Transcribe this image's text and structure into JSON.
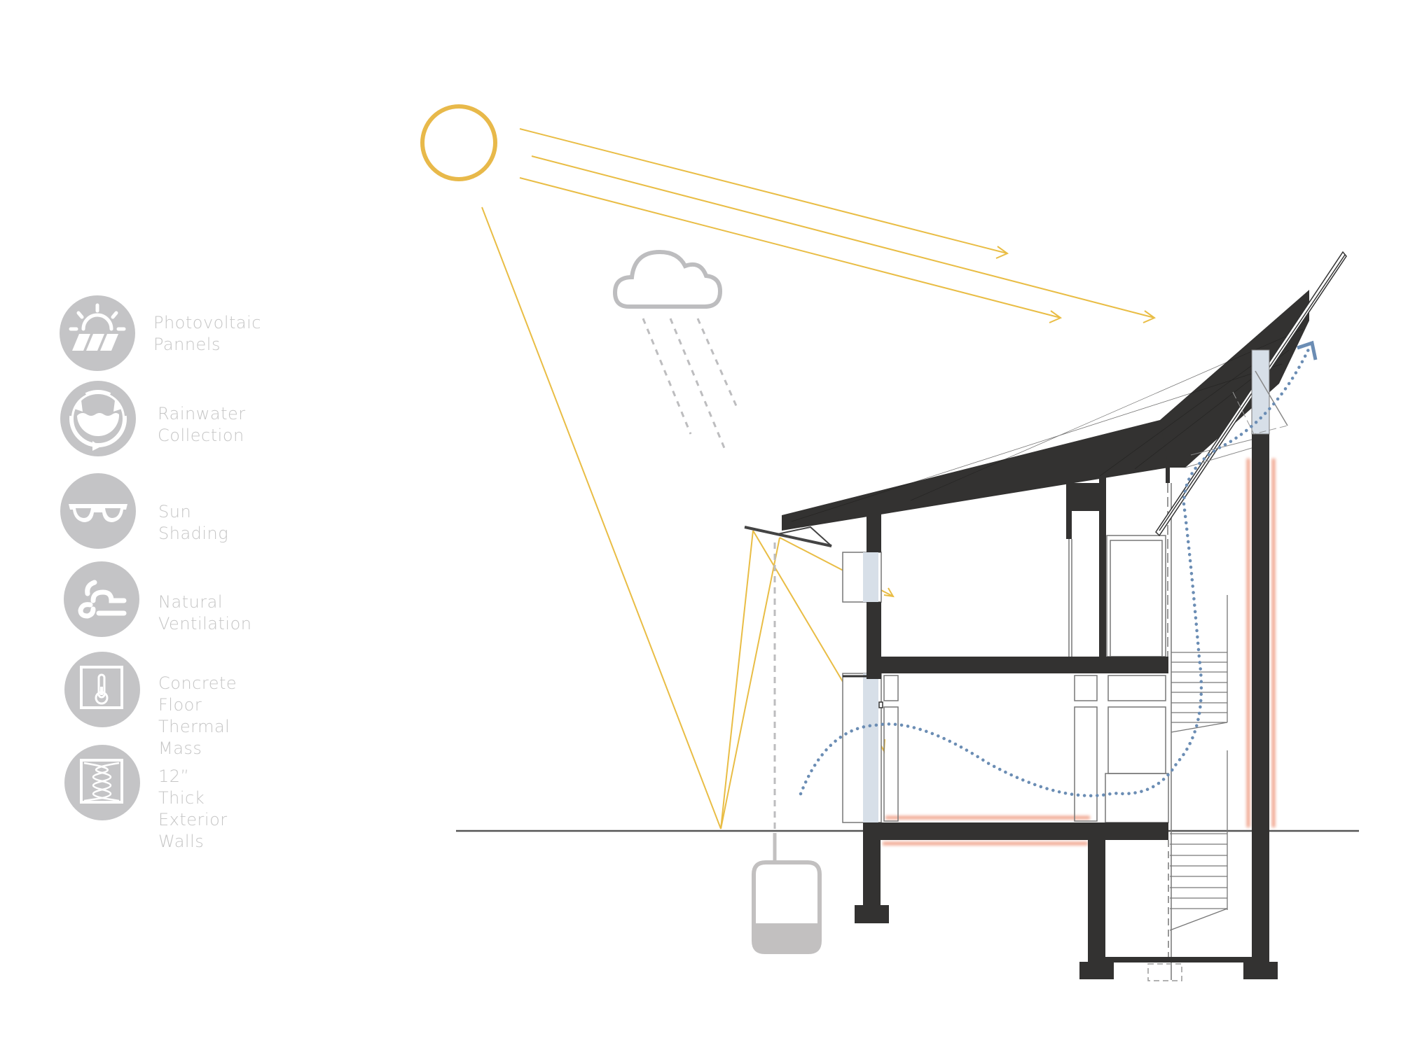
{
  "legend": {
    "items": [
      {
        "id": "pv",
        "icon": "solar-panel-icon",
        "label": "Photovoltaic\nPannels"
      },
      {
        "id": "rain",
        "icon": "rainwater-cycle-icon",
        "label": "Rainwater\nCollection"
      },
      {
        "id": "shade",
        "icon": "sunglasses-icon",
        "label": "Sun Shading"
      },
      {
        "id": "vent",
        "icon": "wind-icon",
        "label": "Natural Ventilation"
      },
      {
        "id": "mass",
        "icon": "thermometer-icon",
        "label": "Concrete Floor\nThermal Mass"
      },
      {
        "id": "walls",
        "icon": "insulation-icon",
        "label": "12” Thick Exterior\nWalls"
      }
    ]
  },
  "colors": {
    "sun": "#e8b94a",
    "sun_ray": "#e9bd45",
    "cloud": "#bdbdbf",
    "structure": "#333231",
    "ventilation": "#6b8db4",
    "thermal_glow": "#f0a58e",
    "glazing": "#d7dfe8",
    "legend_icon": "#c4c4c6",
    "legend_text": "#c6c6c6",
    "ground": "#555555"
  }
}
